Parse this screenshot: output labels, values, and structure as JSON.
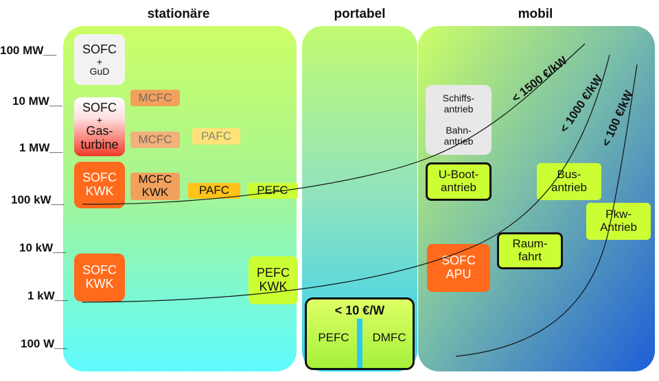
{
  "headers": {
    "stationary": "stationäre",
    "portable": "portabel",
    "mobile": "mobil"
  },
  "power_levels": [
    "100 MW",
    "10 MW",
    "1 MW",
    "100 kW",
    "10 kW",
    "1 kW",
    "100 W"
  ],
  "stationary": {
    "sofc_gud": {
      "line1": "SOFC",
      "line2": "+",
      "line3": "GuD"
    },
    "sofc_gasturbine": {
      "line1": "SOFC",
      "line2": "+",
      "line3": "Gas-",
      "line4": "turbine"
    },
    "sofc_kwk_large": {
      "line1": "SOFC",
      "line2": "KWK"
    },
    "mcfc_top": "MCFC",
    "mcfc_mid": "MCFC",
    "mcfc_kwk": {
      "line1": "MCFC",
      "line2": "KWK"
    },
    "pafc_top": "PAFC",
    "pafc_mid": "PAFC",
    "pefc": "PEFC",
    "sofc_kwk_small": {
      "line1": "SOFC",
      "line2": "KWK"
    },
    "pefc_kwk": {
      "line1": "PEFC",
      "line2": "KWK"
    }
  },
  "portable": {
    "cost": "< 10 €/W",
    "pefc": "PEFC",
    "dmfc": "DMFC"
  },
  "mobile": {
    "ship": {
      "line1": "Schiffs-",
      "line2": "antrieb"
    },
    "rail": {
      "line1": "Bahn-",
      "line2": "antrieb"
    },
    "submarine": {
      "line1": "U-Boot-",
      "line2": "antrieb"
    },
    "bus": {
      "line1": "Bus-",
      "line2": "antrieb"
    },
    "car": {
      "line1": "Pkw-",
      "line2": "Antrieb"
    },
    "space": {
      "line1": "Raum-",
      "line2": "fahrt"
    },
    "sofc_apu": {
      "line1": "SOFC",
      "line2": "APU"
    }
  },
  "cost_curves": [
    "< 1500 €/kW",
    "< 1000 €/kW",
    "< 100 €/kW"
  ],
  "colors": {
    "sofc": "#ff6a1c",
    "mcfc": "#f2a15c",
    "pafc": "#ffc21a",
    "pefc": "#ccff33",
    "border": "#111111"
  }
}
